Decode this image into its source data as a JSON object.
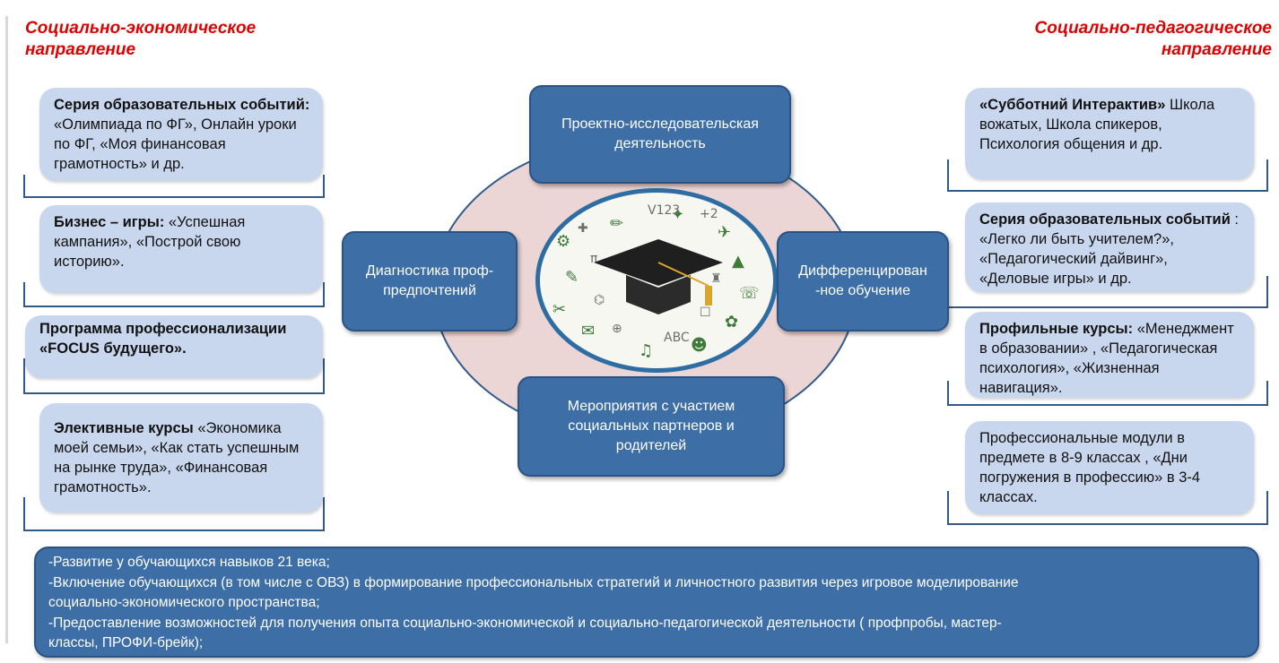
{
  "directions": {
    "left": [
      "Социально-экономическое",
      "направление"
    ],
    "right": [
      "Социально-педагогическое",
      "направление"
    ]
  },
  "left_cards": [
    {
      "bold": "Серия образовательных событий:",
      "text": "  «Олимпиада по ФГ», Онлайн уроки по ФГ, «Моя финансовая грамотность» и др."
    },
    {
      "bold": "Бизнес – игры:",
      "text": " «Успешная кампания», «Построй свою историю»."
    },
    {
      "bold": "Программа профессионализации «FOCUS будущего».",
      "text": ""
    },
    {
      "bold": "Элективные курсы",
      "text": " «Экономика моей семьи», «Как стать успешным на рынке труда», «Финансовая грамотность»."
    }
  ],
  "right_cards": [
    {
      "bold": "«Субботний Интерактив»",
      "text": " Школа вожатых, Школа спикеров, Психология общения и др."
    },
    {
      "bold": "Серия образовательных событий",
      "text": " : «Легко ли быть учителем?», «Педагогический дайвинг», «Деловые игры» и др."
    },
    {
      "bold": "Профильные курсы:",
      "text": " «Менеджмент в образовании» , «Педагогическая психология», «Жизненная навигация»."
    },
    {
      "bold": "",
      "text": "Профессиональные модули в предмете  в 8-9 классах , «Дни погружения в профессию»  в 3-4 классах."
    }
  ],
  "center": {
    "top": [
      "Проектно-исследовательская",
      "деятельность"
    ],
    "left": [
      "Диагностика проф-",
      "предпочтений"
    ],
    "right": [
      "Дифференцирован",
      "-ное  обучение"
    ],
    "bottom": [
      "Мероприятия с участием",
      "социальных партнеров и",
      "родителей"
    ]
  },
  "bottom_lines": [
    "-Развитие у обучающихся навыков 21 века;",
    "-Включение обучающихся (в том числе с ОВЗ) в формирование профессиональных стратегий и личностного развития через игровое моделирование",
    "социально-экономического пространства;",
    "-Предоставление возможностей для получения опыта социально-экономической и социально-педагогической деятельности ( профпробы, мастер-",
    "классы, ПРОФИ-брейк);"
  ],
  "colors": {
    "title_red": "#e00000",
    "card_fill": "#c9d7ee",
    "box_blue": "#3d6ea6",
    "ellipse_pink": "#ecd5d5"
  }
}
